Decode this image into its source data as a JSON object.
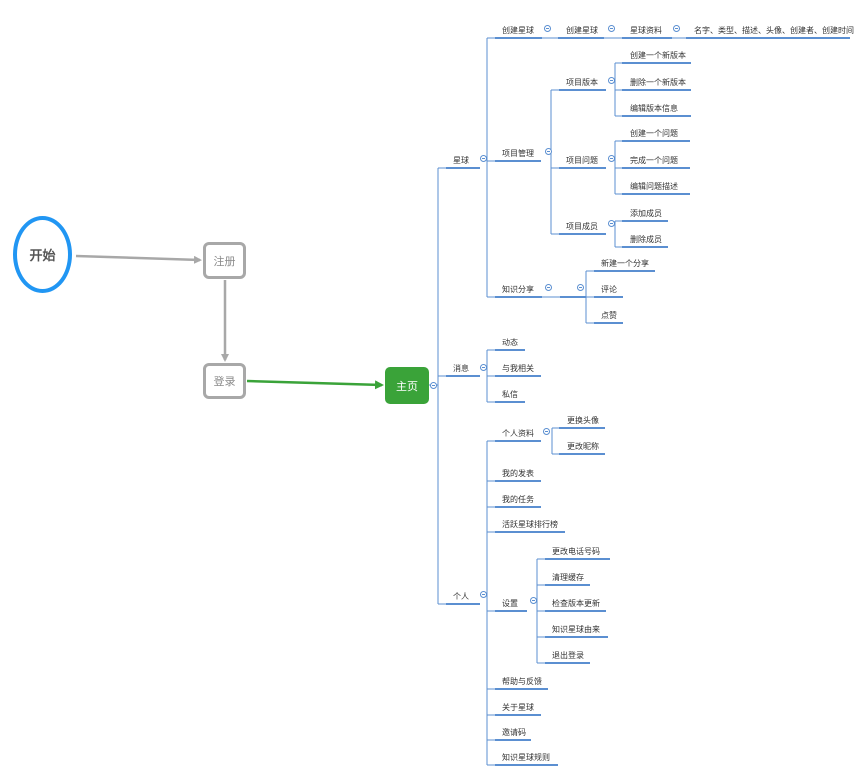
{
  "flow": {
    "start": "开始",
    "register": "注册",
    "login": "登录",
    "home": "主页"
  },
  "mindmap": {
    "planet": {
      "label": "星球",
      "create_planet": {
        "label": "创建星球",
        "sub": {
          "label": "创建星球",
          "profile": {
            "label": "星球资料",
            "detail": "名字、类型、描述、头像、创建者、创建时间"
          }
        }
      },
      "project_mgmt": {
        "label": "项目管理",
        "version": {
          "label": "项目版本",
          "items": [
            "创建一个新版本",
            "删除一个新版本",
            "编辑版本信息"
          ]
        },
        "issue": {
          "label": "项目问题",
          "items": [
            "创建一个问题",
            "完成一个问题",
            "编辑问题描述"
          ]
        },
        "member": {
          "label": "项目成员",
          "items": [
            "添加成员",
            "删除成员"
          ]
        }
      },
      "knowledge_share": {
        "label": "知识分享",
        "items": [
          "新建一个分享",
          "评论",
          "点赞"
        ]
      }
    },
    "message": {
      "label": "消息",
      "items": [
        "动态",
        "与我相关",
        "私信"
      ]
    },
    "personal": {
      "label": "个人",
      "profile": {
        "label": "个人资料",
        "items": [
          "更换头像",
          "更改昵称"
        ]
      },
      "my_posts": "我的发表",
      "my_tasks": "我的任务",
      "ranking": "活跃星球排行榜",
      "settings": {
        "label": "设置",
        "items": [
          "更改电话号码",
          "清理缓存",
          "检查版本更新",
          "知识星球由来",
          "退出登录"
        ]
      },
      "help": "帮助与反馈",
      "about": "关于星球",
      "invite": "邀请码",
      "rules": "知识星球规则"
    }
  },
  "colors": {
    "start_ring": "#2196f3",
    "node_border": "#a8a8a8",
    "home_fill": "#3aa339",
    "flow_arrow_grey": "#a8a8a8",
    "flow_arrow_green": "#3aa339",
    "branch_line": "#5b8fd1"
  }
}
